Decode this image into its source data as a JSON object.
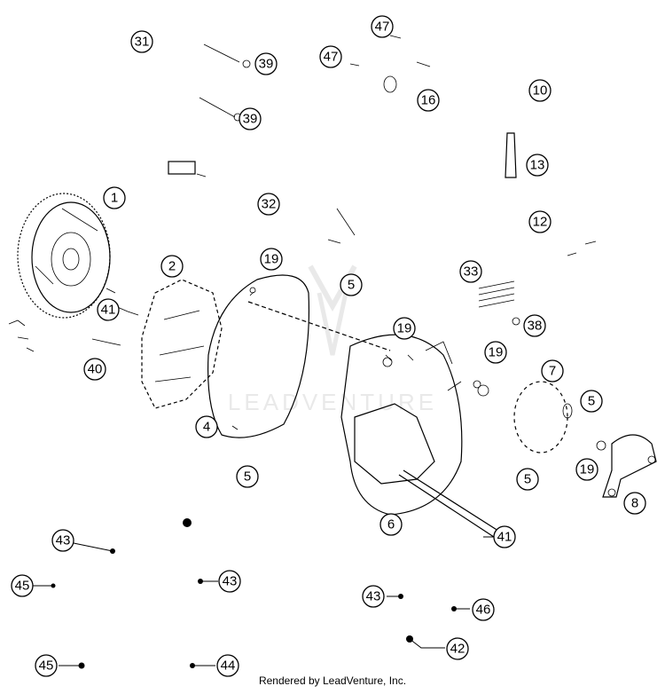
{
  "watermark": {
    "text": "LEADVENTURE"
  },
  "footer": {
    "text": "Rendered by LeadVenture, Inc."
  },
  "callouts": {
    "c1": "1",
    "c2": "2",
    "c4": "4",
    "c5a": "5",
    "c5b": "5",
    "c5c": "5",
    "c5d": "5",
    "c6": "6",
    "c7": "7",
    "c8": "8",
    "c10": "10",
    "c12": "12",
    "c13": "13",
    "c16": "16",
    "c19a": "19",
    "c19b": "19",
    "c19c": "19",
    "c19d": "19",
    "c31": "31",
    "c32": "32",
    "c33": "33",
    "c38": "38",
    "c39a": "39",
    "c39b": "39",
    "c40": "40",
    "c41a": "41",
    "c41b": "41",
    "c42": "42",
    "c43a": "43",
    "c43b": "43",
    "c43c": "43",
    "c44": "44",
    "c45a": "45",
    "c45b": "45",
    "c46": "46",
    "c47a": "47",
    "c47b": "47"
  }
}
